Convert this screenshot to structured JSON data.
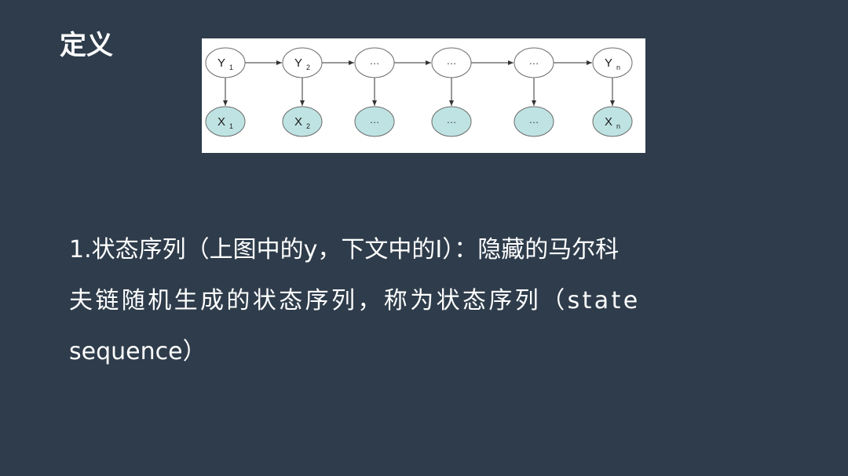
{
  "slide": {
    "title": "定义"
  },
  "figure": {
    "hidden_row": [
      {
        "text": "Y",
        "sub": "1"
      },
      {
        "text": "Y",
        "sub": "2"
      },
      {
        "text": "…",
        "sub": ""
      },
      {
        "text": "…",
        "sub": ""
      },
      {
        "text": "…",
        "sub": ""
      },
      {
        "text": "Y",
        "sub": "n"
      }
    ],
    "observed_row": [
      {
        "text": "X",
        "sub": "1"
      },
      {
        "text": "X",
        "sub": "2"
      },
      {
        "text": "…",
        "sub": ""
      },
      {
        "text": "…",
        "sub": ""
      },
      {
        "text": "…",
        "sub": ""
      },
      {
        "text": "X",
        "sub": "n"
      }
    ],
    "colors": {
      "hidden_fill": "#ffffff",
      "observed_fill": "#bfe3e3",
      "stroke": "#6b6b6b"
    }
  },
  "body": {
    "line1": "1.状态序列（上图中的y，下文中的I）：隐藏的马尔科",
    "line2": "夫链随机生成的状态序列，称为状态序列（state",
    "line3": "sequence）"
  }
}
